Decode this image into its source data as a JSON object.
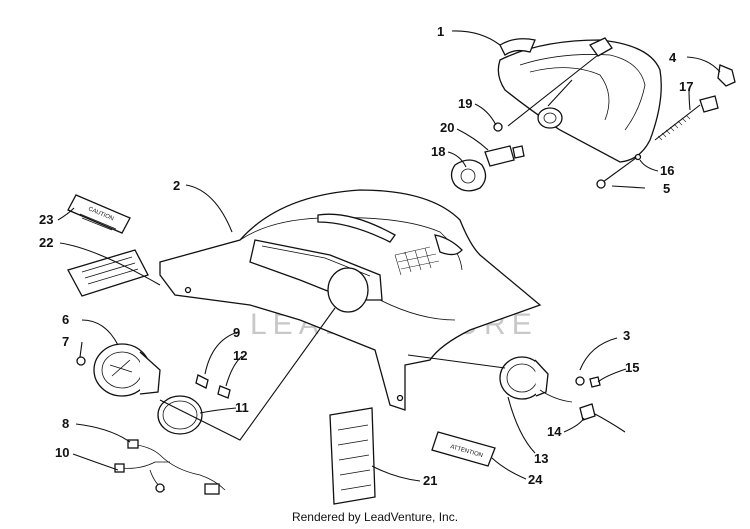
{
  "diagram": {
    "callouts": [
      "1",
      "2",
      "3",
      "4",
      "5",
      "6",
      "7",
      "8",
      "9",
      "10",
      "11",
      "12",
      "13",
      "14",
      "15",
      "16",
      "17",
      "18",
      "19",
      "20",
      "21",
      "22",
      "23",
      "24"
    ]
  },
  "watermark": "LEADVENTURE",
  "footer": "Rendered by LeadVenture, Inc.",
  "label_text": {
    "caution": "CAUTION",
    "attention": "ATTENTION"
  }
}
